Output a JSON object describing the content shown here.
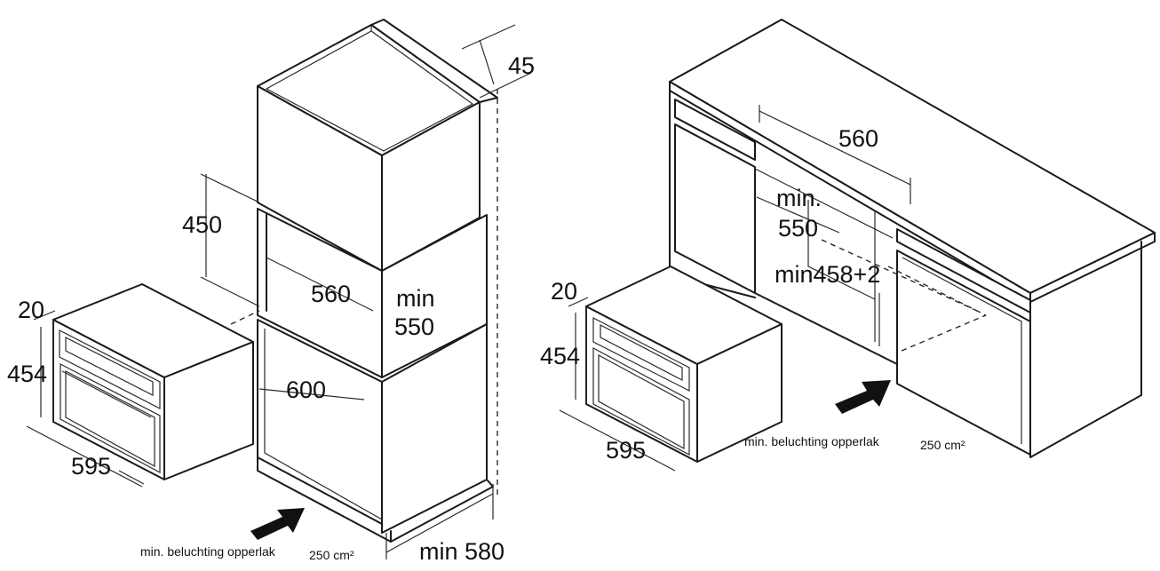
{
  "left_view": {
    "dims": {
      "d45": "45",
      "d450": "450",
      "d560": "560",
      "min_label": "min",
      "d550": "550",
      "d600": "600",
      "min580": "min 580",
      "d20": "20",
      "d454": "454",
      "d595": "595"
    },
    "ventilation_text": "min. beluchting opperlak",
    "ventilation_value": "250 cm²"
  },
  "right_view": {
    "dims": {
      "d560": "560",
      "min_label": "min.",
      "d550": "550",
      "min458": "min458+2",
      "d20": "20",
      "d454": "454",
      "d595": "595"
    },
    "ventilation_text": "min.  beluchting  opperlak",
    "ventilation_value": "250 cm²"
  }
}
